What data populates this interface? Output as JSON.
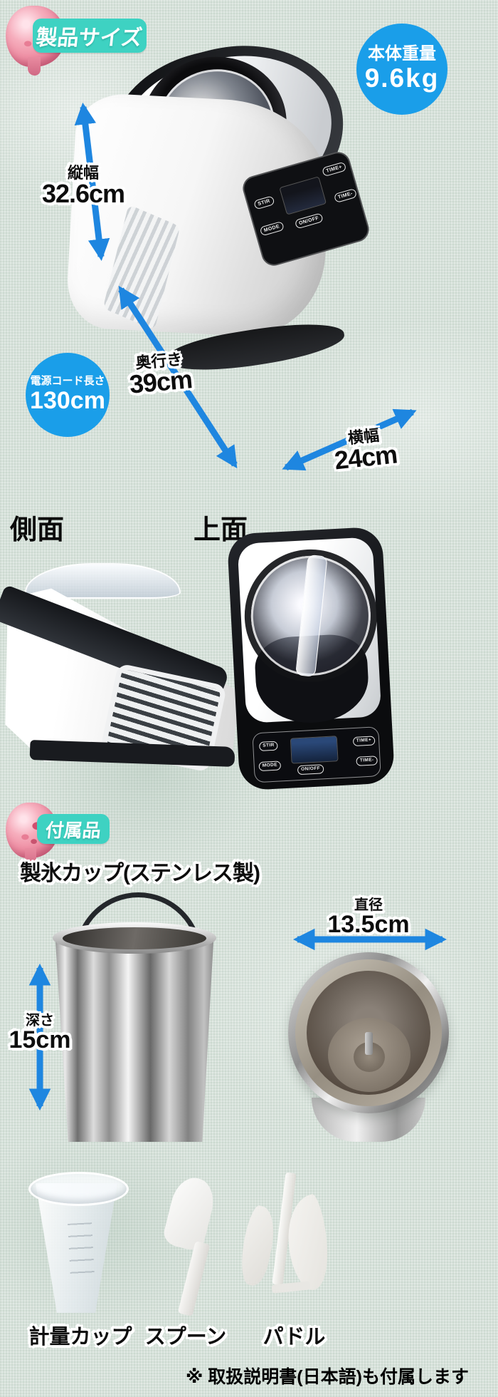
{
  "colors": {
    "badge_teal": "#3ed2c2",
    "info_blue": "#1a9ee9",
    "arrow_blue": "#1e86e0"
  },
  "size_section": {
    "badge_label": "製品サイズ",
    "weight": {
      "line1": "本体重量",
      "line2": "9.6kg"
    },
    "height": {
      "label": "縦幅",
      "value": "32.6cm"
    },
    "depth": {
      "label": "奥行き",
      "value": "39cm"
    },
    "width": {
      "label": "横幅",
      "value": "24cm"
    },
    "cord": {
      "label": "電源コード長さ",
      "value": "130cm"
    }
  },
  "control_panel": {
    "stir": "STIR",
    "mode": "MODE",
    "onoff": "ON/OFF",
    "time_plus": "TIME+",
    "time_minus": "TIME-"
  },
  "views": {
    "side": "側面",
    "top": "上面"
  },
  "accessories": {
    "badge_label": "付属品",
    "heading": "製氷カップ(ステンレス製)",
    "depth": {
      "label": "深さ",
      "value": "15cm"
    },
    "diameter": {
      "label": "直径",
      "value": "13.5cm"
    },
    "items": [
      {
        "label": "計量カップ"
      },
      {
        "label": "スプーン"
      },
      {
        "label": "パドル"
      }
    ],
    "note": "※ 取扱説明書(日本語)も付属します"
  }
}
